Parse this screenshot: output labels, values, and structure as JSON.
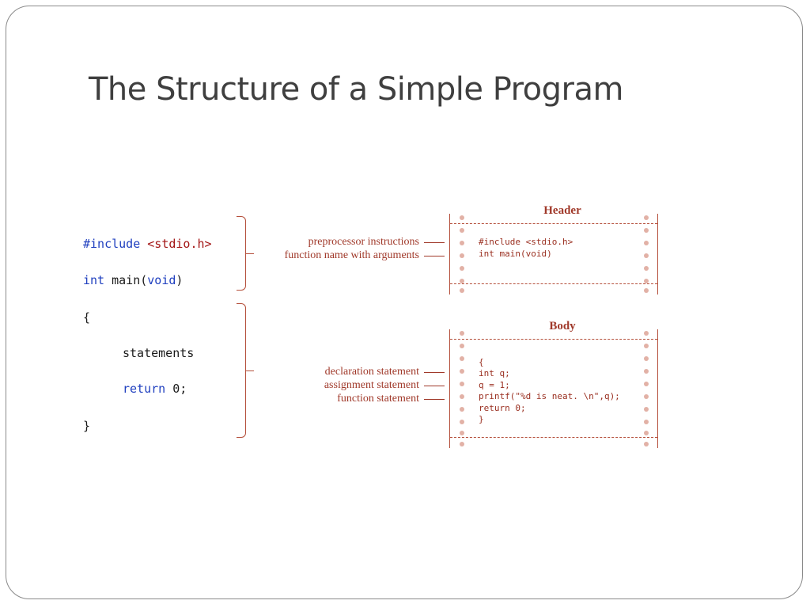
{
  "slide": {
    "title": "The Structure of a Simple Program"
  },
  "code": {
    "include_kw": "#include",
    "include_header": "<stdio.h>",
    "int_kw": "int",
    "main_name": "main(",
    "void_kw": "void",
    "main_close": ")",
    "open_brace": "{",
    "statements": "statements",
    "return_kw": "return",
    "return_value": "0;",
    "close_brace": "}"
  },
  "annotations": {
    "header_title": "Header",
    "body_title": "Body",
    "preprocessor": "preprocessor instructions",
    "function_name": "function name with arguments",
    "declaration": "declaration statement",
    "assignment": "assignment statement",
    "function_stmt": "function statement"
  },
  "header_panel_lines": [
    "#include <stdio.h>",
    "int main(void)"
  ],
  "body_panel_lines": [
    "{",
    "int q;",
    "q = 1;",
    "printf(\"%d is neat. \\n\",q);",
    "return 0;",
    "}"
  ],
  "colors": {
    "accent": "#a0392a",
    "keyword": "#1f3fbf",
    "string": "#a31515",
    "title": "#3f3f3f"
  }
}
